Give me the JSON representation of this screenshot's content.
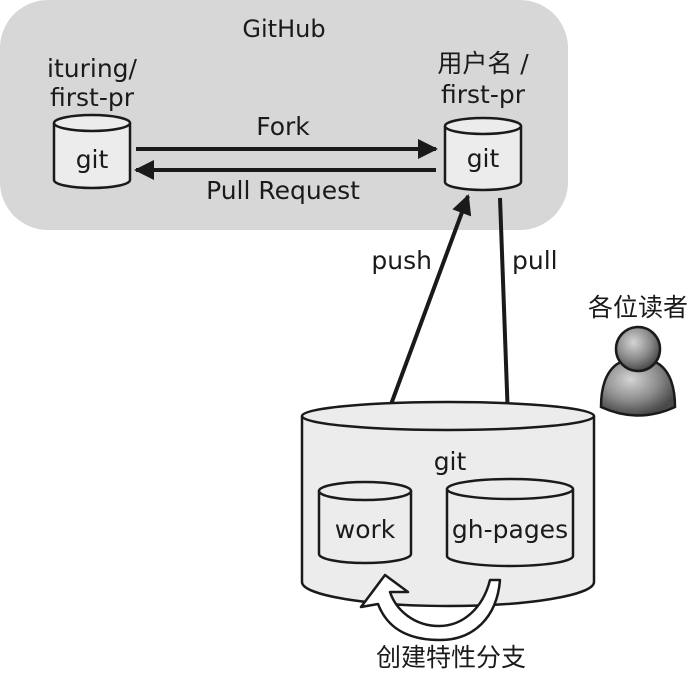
{
  "cloud": {
    "title": "GitHub",
    "origin_repo": {
      "label_line1": "ituring/",
      "label_line2": "first-pr",
      "icon_text": "git"
    },
    "fork_repo": {
      "label_line1": "用户名 /",
      "label_line2": "first-pr",
      "icon_text": "git"
    }
  },
  "arrows": {
    "fork": "Fork",
    "pull_request": "Pull Request",
    "push": "push",
    "pull": "pull"
  },
  "reader": {
    "label": "各位读者",
    "icon": "person-icon"
  },
  "local": {
    "repo_label": "git",
    "branch_work": "work",
    "branch_gh_pages": "gh-pages",
    "create_branch": "创建特性分支"
  },
  "colors": {
    "cloud_fill": "#d7d7d7",
    "cylinder_fill": "#ececec",
    "stroke": "#1a1a1a"
  }
}
